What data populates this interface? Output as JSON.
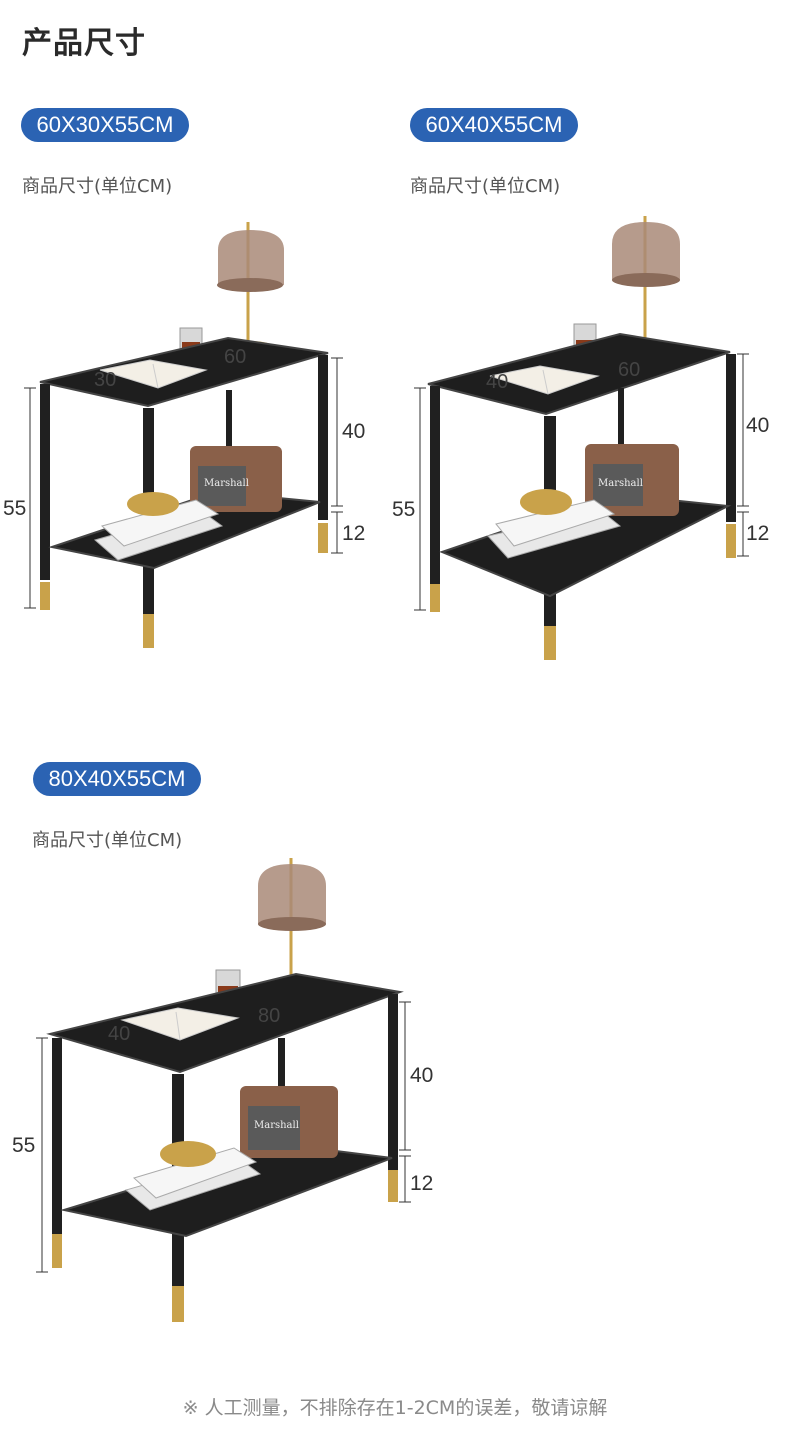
{
  "page_title": "产品尺寸",
  "unit_caption": "商品尺寸(单位CM)",
  "footer_note": "※ 人工测量，不排除存在1-2CM的误差，敬请谅解",
  "brand_text": "Marshall",
  "colors": {
    "badge": "#2b63b3",
    "frame": "#202020",
    "gold": "#c9a24a"
  },
  "products": [
    {
      "size_label": "60X30X55CM",
      "length": "60",
      "depth": "30",
      "height": "55",
      "upper": "40",
      "lower": "12"
    },
    {
      "size_label": "60X40X55CM",
      "length": "60",
      "depth": "40",
      "height": "55",
      "upper": "40",
      "lower": "12"
    },
    {
      "size_label": "80X40X55CM",
      "length": "80",
      "depth": "40",
      "height": "55",
      "upper": "40",
      "lower": "12"
    }
  ]
}
